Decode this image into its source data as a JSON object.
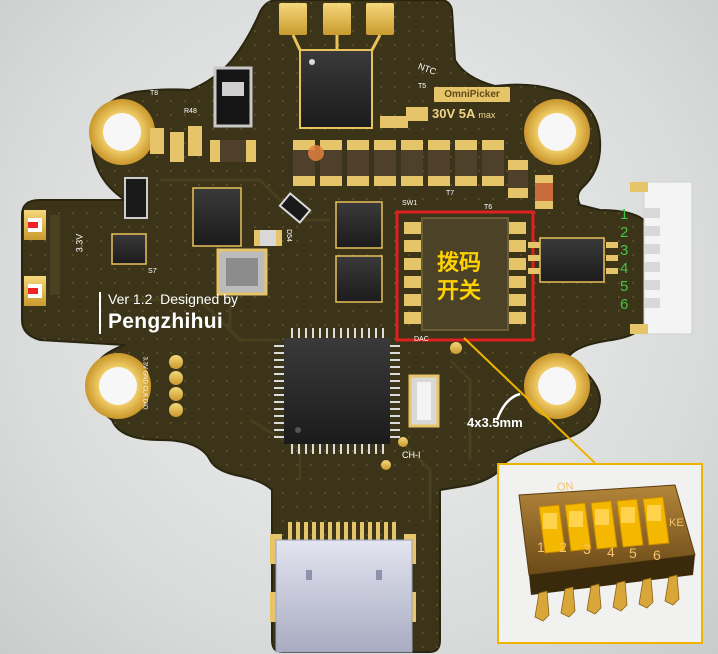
{
  "board": {
    "version_label": "Ver 1.2",
    "designed_by_label": "Designed by",
    "designer": "Pengzhihui",
    "brand": "OmniPicker",
    "rating": "30V 5A",
    "rating_suffix": "max",
    "mount_hole_note": "4x3.5mm",
    "dip_switch_label_line1": "拨码",
    "dip_switch_label_line2": "开关",
    "connector_pins": [
      "1",
      "2",
      "3",
      "4",
      "5",
      "6"
    ],
    "silk_labels": {
      "ntc": "NTC",
      "t5": "T5",
      "t6": "T6",
      "t7": "T7",
      "t8": "T8",
      "r48": "R48",
      "sw1": "SW1",
      "d54": "D54",
      "dac": "DAC",
      "ch1": "CH-I",
      "v33": "3.3V",
      "swd": "3.3V GND CLK DIO",
      "s7": "S7"
    }
  },
  "callout_photo": {
    "top_text": "ON",
    "right_text": "KE",
    "switch_numbers": [
      "1",
      "2",
      "3",
      "4",
      "5",
      "6"
    ]
  },
  "colors": {
    "pcb": "#3a3318",
    "pcb_edge": "#2d2810",
    "copper": "#e8c25a",
    "highlight": "#e02020",
    "callout": "#f0b400",
    "label_yellow": "#ffd200",
    "pin_green": "#44c444"
  }
}
